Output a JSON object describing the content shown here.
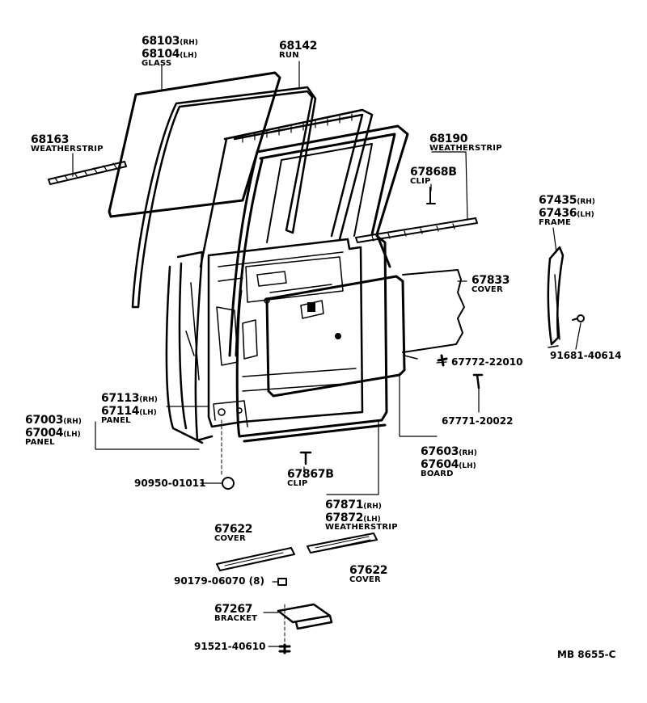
{
  "callouts": [
    {
      "id": "glass",
      "parts": [
        {
          "no": "68103",
          "side": "(RH)"
        },
        {
          "no": "68104",
          "side": "(LH)"
        }
      ],
      "name": "GLASS"
    },
    {
      "id": "run",
      "parts": [
        {
          "no": "68142",
          "side": ""
        }
      ],
      "name": "RUN"
    },
    {
      "id": "weatherstrip-left",
      "parts": [
        {
          "no": "68163",
          "side": ""
        }
      ],
      "name": "WEATHERSTRIP"
    },
    {
      "id": "weatherstrip-right",
      "parts": [
        {
          "no": "68190",
          "side": ""
        }
      ],
      "name": "WEATHERSTRIP"
    },
    {
      "id": "clip-upper",
      "parts": [
        {
          "no": "67868B",
          "side": ""
        }
      ],
      "name": "CLIP"
    },
    {
      "id": "frame",
      "parts": [
        {
          "no": "67435",
          "side": "(RH)"
        },
        {
          "no": "67436",
          "side": "(LH)"
        }
      ],
      "name": "FRAME"
    },
    {
      "id": "cover-right",
      "parts": [
        {
          "no": "67833",
          "side": ""
        }
      ],
      "name": "COVER"
    },
    {
      "id": "inner-panel",
      "parts": [
        {
          "no": "67113",
          "side": "(RH)"
        },
        {
          "no": "67114",
          "side": "(LH)"
        }
      ],
      "name": "PANEL"
    },
    {
      "id": "outer-panel",
      "parts": [
        {
          "no": "67003",
          "side": "(RH)"
        },
        {
          "no": "67004",
          "side": "(LH)"
        }
      ],
      "name": "PANEL"
    },
    {
      "id": "clip-lower",
      "parts": [
        {
          "no": "67867B",
          "side": ""
        }
      ],
      "name": "CLIP"
    },
    {
      "id": "board",
      "parts": [
        {
          "no": "67603",
          "side": "(RH)"
        },
        {
          "no": "67604",
          "side": "(LH)"
        }
      ],
      "name": "BOARD"
    },
    {
      "id": "weatherstrip-door",
      "parts": [
        {
          "no": "67871",
          "side": "(RH)"
        },
        {
          "no": "67872",
          "side": "(LH)"
        }
      ],
      "name": "WEATHERSTRIP"
    },
    {
      "id": "cover-lower-left",
      "parts": [
        {
          "no": "67622",
          "side": ""
        }
      ],
      "name": "COVER"
    },
    {
      "id": "cover-lower-right",
      "parts": [
        {
          "no": "67622",
          "side": ""
        }
      ],
      "name": "COVER"
    },
    {
      "id": "bracket",
      "parts": [
        {
          "no": "67267",
          "side": ""
        }
      ],
      "name": "BRACKET"
    }
  ],
  "fasteners": {
    "screw_91681": "91681-40614",
    "screw_67772": "67772-22010",
    "screw_67771": "67771-20022",
    "plug_90950": "90950-01011",
    "nut_90179": "90179-06070",
    "nut_qty": "(8)",
    "bolt_91521": "91521-40610"
  },
  "footer": {
    "code": "MB  8655-C"
  }
}
